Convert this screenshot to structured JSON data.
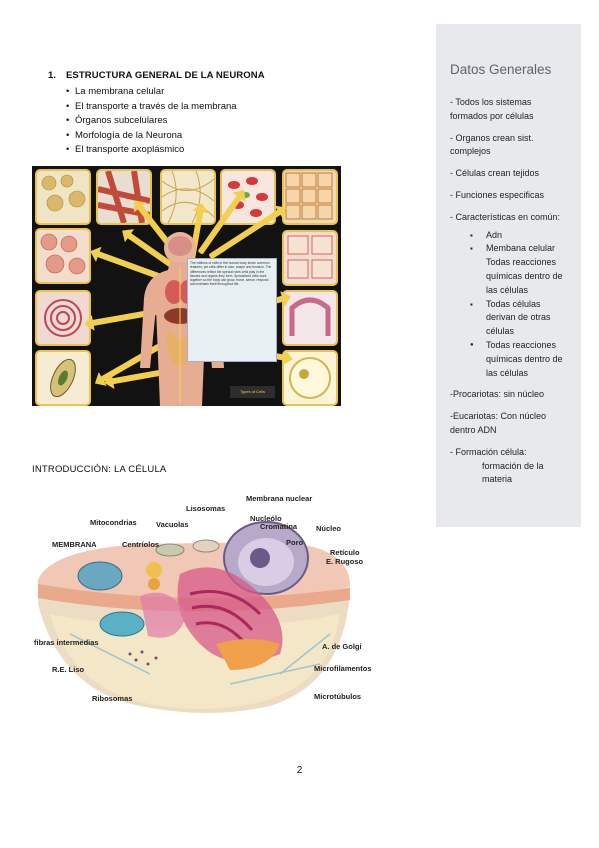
{
  "section1": {
    "number": "1.",
    "title": "ESTRUCTURA GENERAL DE LA NEURONA",
    "bullets": [
      "La membrana celular",
      "El transporte a través de la membrana",
      "Órganos subcelulares",
      "Morfología de la Neurona",
      "El transporte axoplásmico"
    ]
  },
  "intro_heading": "INTRODUCCIÓN: LA CÉLULA",
  "cell_labels": {
    "membrana": "MEMBRANA",
    "mitocondrias": "Mitocondrias",
    "centriolos": "Centríolos",
    "vacuolas": "Vacuolas",
    "lisosomas": "Lisosomas",
    "membrana_nuclear": "Membrana nuclear",
    "nucleolo": "Nucleólo",
    "cromatina": "Cromatina",
    "nucleo": "Núcleo",
    "poro": "Poro",
    "reticulo": "Retículo",
    "e_rugoso": "E. Rugoso",
    "fibras": "fibras intermedias",
    "re_liso": "R.E. Liso",
    "golgi": "A. de Golgi",
    "microfilamentos": "Microfilamentos",
    "ribosomas": "Ribosomas",
    "microtubulos": "Microtúbulos"
  },
  "sidebar": {
    "title": "Datos Generales",
    "item1": "- Todos los sistemas formados por células",
    "item2": "- Organos crean sist. complejos",
    "item3": "- Células crean tejidos",
    "item4": "- Funciones especificas",
    "item5": "- Características en común:",
    "sub_adn": "Adn",
    "sub_membrana": "Membana celular",
    "sub_membrana_cont": "Todas reacciones químicas dentro de las células",
    "sub_derivan": "Todas células derivan de otras células",
    "sub_reacciones": "Todas reacciones químicas dentro de las células",
    "item6": "-Procariotas: sin núcleo",
    "item7": "-Eucariotas: Con núcleo dentro ADN",
    "item8": "- Formación célula:",
    "item8_cont": "formación de la materia"
  },
  "page_number": "2"
}
